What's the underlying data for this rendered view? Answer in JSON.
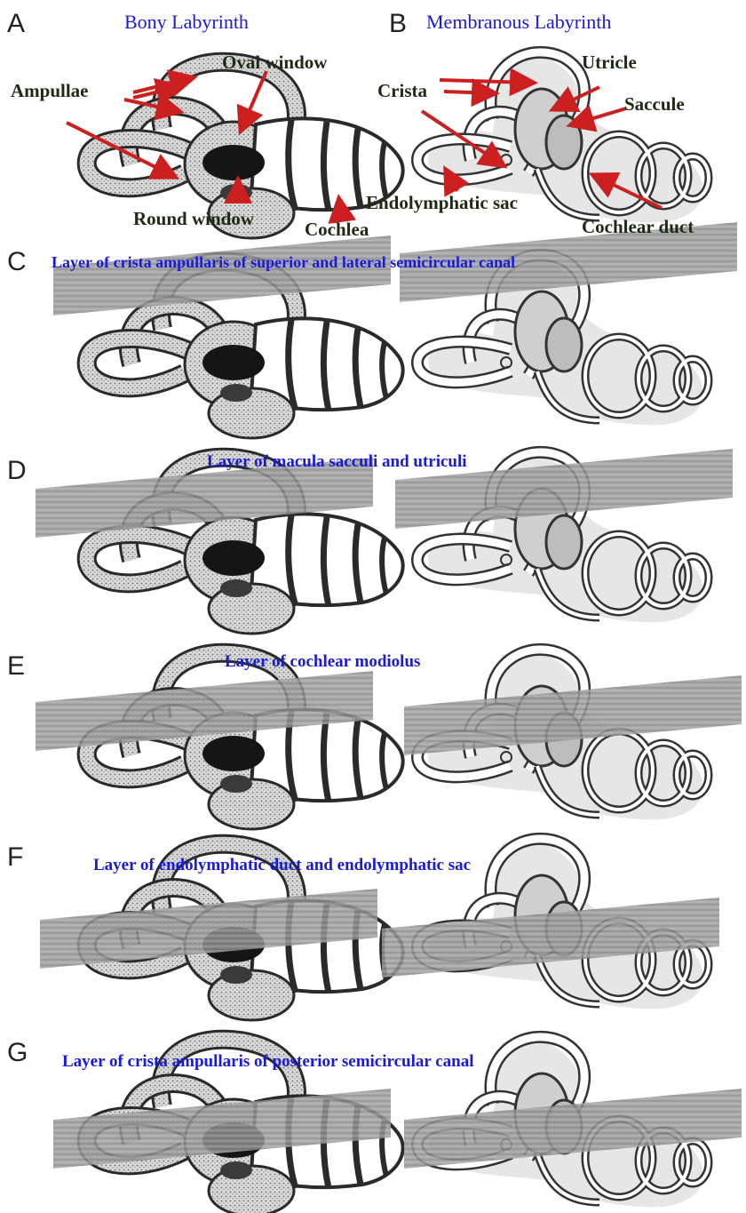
{
  "panels": [
    {
      "letter": "A",
      "title": "Bony Labyrinth"
    },
    {
      "letter": "B",
      "title": "Membranous Labyrinth"
    },
    {
      "letter": "C",
      "title": "Layer of crista ampullaris of superior and lateral semicircular canal"
    },
    {
      "letter": "D",
      "title": "Layer of macula sacculi and utriculi"
    },
    {
      "letter": "E",
      "title": "Layer of cochlear modiolus"
    },
    {
      "letter": "F",
      "title": "Layer of endolymphatic duct and endolymphatic sac"
    },
    {
      "letter": "G",
      "title": "Layer of crista ampullaris of posterior semicircular canal"
    }
  ],
  "labels": {
    "ampullae": "Ampullae",
    "oval_window": "Oval  window",
    "round_window": "Round  window",
    "cochlea": "Cochlea",
    "crista": "Crista",
    "utricle": "Utricle",
    "saccule": "Saccule",
    "endolymphatic_sac": "Endolymphatic  sac",
    "cochlear_duct": "Cochlear  duct"
  },
  "colors": {
    "title_blue": "#1a1adb",
    "arrow_red": "#cc1f1f",
    "slice_gray": "#8d8d8d",
    "bone_outline": "#2a2a2a"
  }
}
